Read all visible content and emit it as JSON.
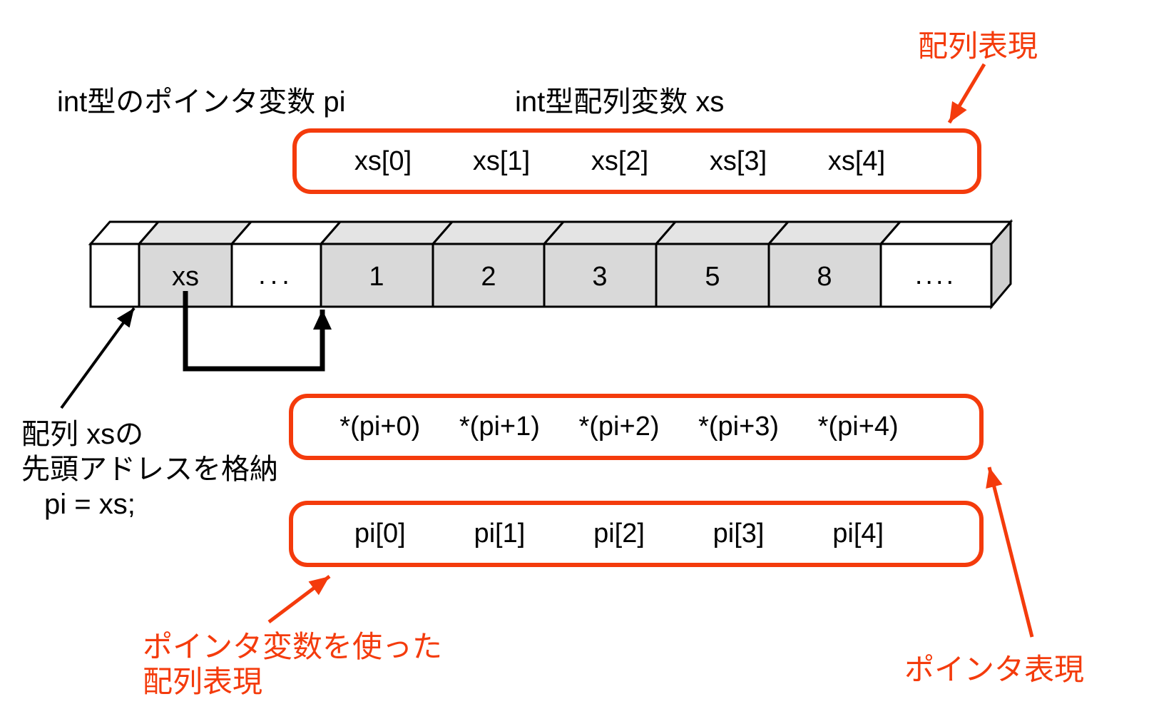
{
  "titles": {
    "pointer_var": "int型のポインタ変数 pi",
    "array_var": "int型配列変数 xs"
  },
  "annotations": {
    "array_representation": "配列表現",
    "pointer_representation": "ポインタ表現",
    "pointer_array_rep_line1": "ポインタ変数を使った",
    "pointer_array_rep_line2": "配列表現",
    "store_address_line1": "配列 xsの",
    "store_address_line2": "先頭アドレスを格納",
    "store_address_line3": "pi = xs;"
  },
  "array_box": {
    "labels": [
      "xs[0]",
      "xs[1]",
      "xs[2]",
      "xs[3]",
      "xs[4]"
    ]
  },
  "deref_box": {
    "labels": [
      "*(pi+0)",
      "*(pi+1)",
      "*(pi+2)",
      "*(pi+3)",
      "*(pi+4)"
    ]
  },
  "index_box": {
    "labels": [
      "pi[0]",
      "pi[1]",
      "pi[2]",
      "pi[3]",
      "pi[4]"
    ]
  },
  "memory_band": {
    "cells": [
      {
        "label": "",
        "shaded": false
      },
      {
        "label": "xs",
        "shaded": true
      },
      {
        "label": "...",
        "shaded": false
      },
      {
        "label": "1",
        "shaded": true
      },
      {
        "label": "2",
        "shaded": true
      },
      {
        "label": "3",
        "shaded": true
      },
      {
        "label": "5",
        "shaded": true
      },
      {
        "label": "8",
        "shaded": true
      },
      {
        "label": "....",
        "shaded": false
      }
    ],
    "array_values": [
      1,
      2,
      3,
      5,
      8
    ]
  },
  "colors": {
    "accent_red": "#f43b0c",
    "cell_gray_front": "#d9d9d9",
    "cell_gray_top": "#e4e4e4",
    "side_face_gray": "#cfcfcf",
    "line_black": "#000000"
  }
}
